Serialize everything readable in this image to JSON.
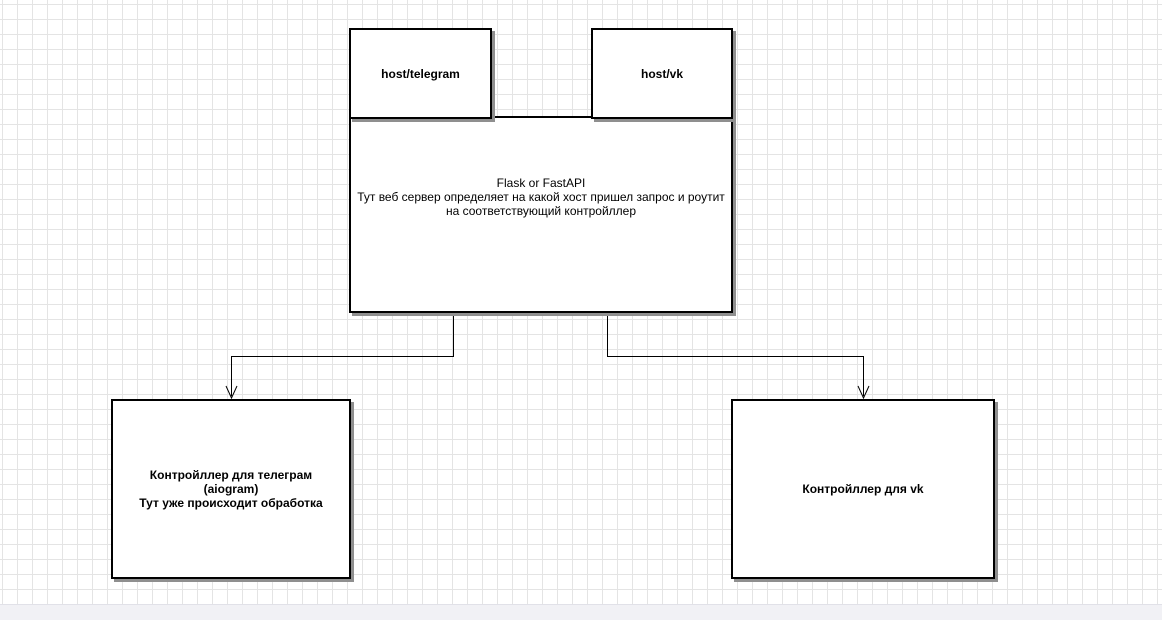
{
  "diagram": {
    "nodes": {
      "host_telegram": {
        "label": "host/telegram"
      },
      "host_vk": {
        "label": "host/vk"
      },
      "web_server": {
        "lines": [
          "Flask or FastAPI",
          "Тут веб сервер определяет на какой хост пришел запрос и роутит",
          "на соответствующий контройллер"
        ]
      },
      "telegram_controller": {
        "lines": [
          "Контройллер для телеграм",
          "(aiogram)",
          "Тут уже происходит обработка"
        ]
      },
      "vk_controller": {
        "label": "Контройллер для vk"
      }
    },
    "edges": [
      {
        "from": "web_server",
        "to": "telegram_controller"
      },
      {
        "from": "web_server",
        "to": "vk_controller"
      }
    ],
    "colors": {
      "background": "#ffffff",
      "grid": "#e4e4e4",
      "stroke": "#000000",
      "shadow": "#8f8f8f"
    }
  }
}
